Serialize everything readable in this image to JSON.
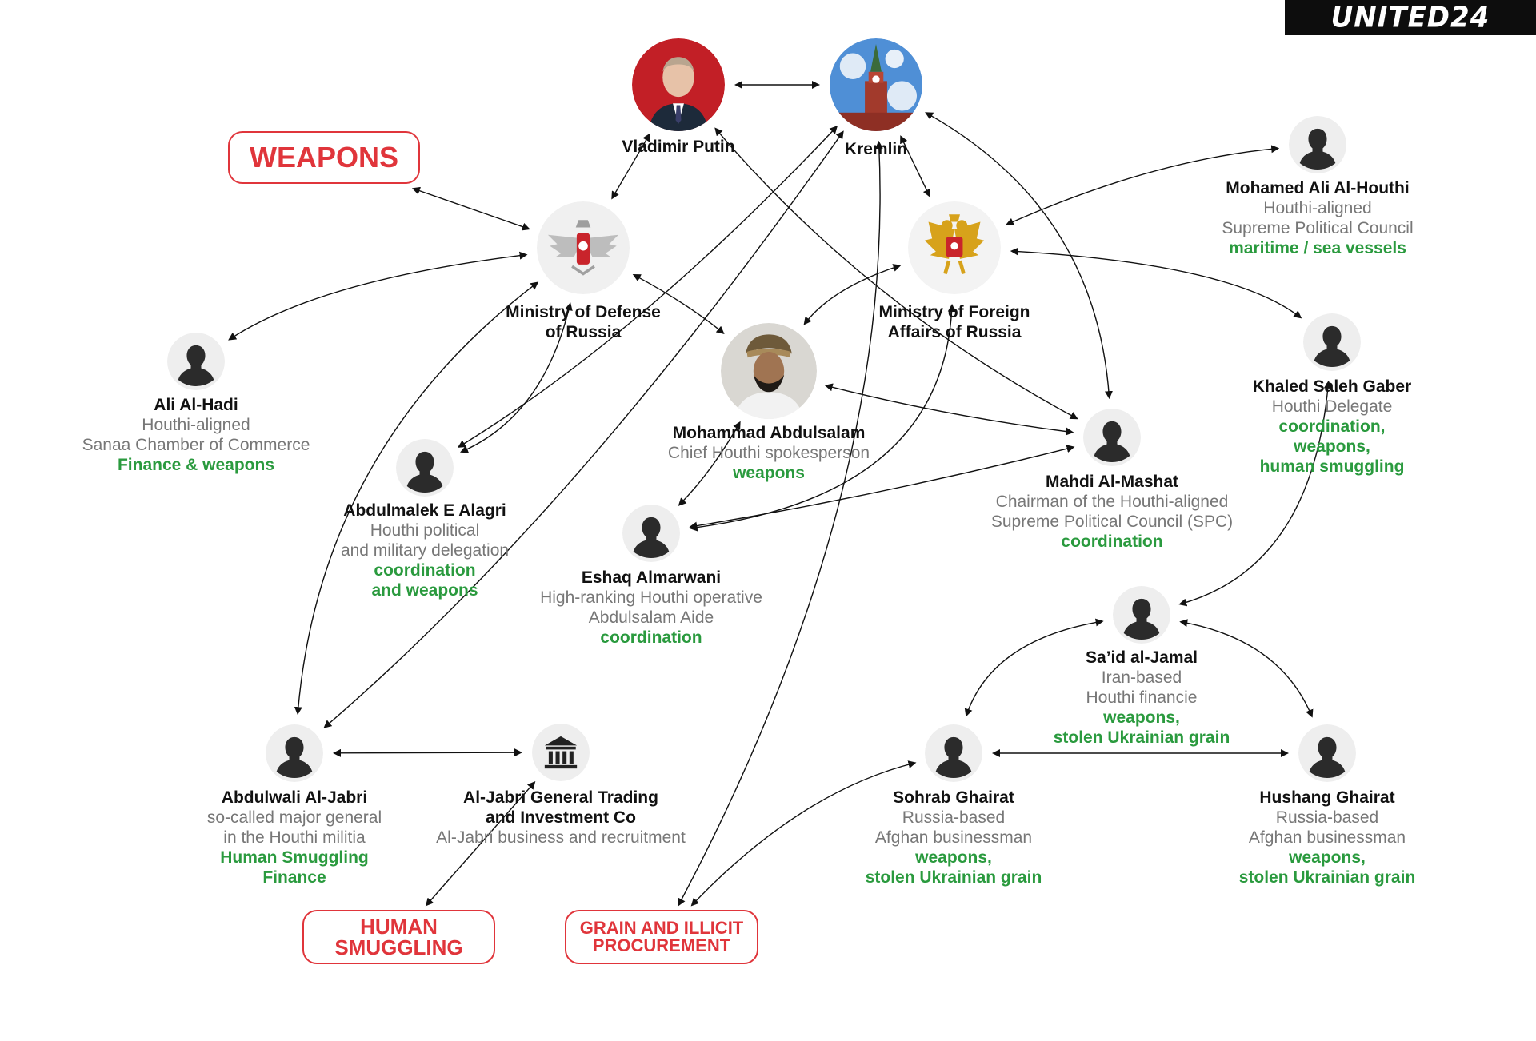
{
  "brand": "UNITED24",
  "categories": {
    "weapons": "WEAPONS",
    "human_smuggling": [
      "HUMAN",
      "SMUGGLING"
    ],
    "grain": [
      "GRAIN AND ILLICIT",
      "PROCUREMENT"
    ]
  },
  "people": {
    "putin": {
      "name": "Vladimir Putin",
      "icon": "portrait-photo-icon"
    },
    "kremlin": {
      "name": "Kremlin",
      "icon": "kremlin-tower-icon"
    },
    "mod": {
      "name": [
        "Ministry of Defense",
        "of Russia"
      ],
      "icon": "defense-emblem-icon"
    },
    "mfa": {
      "name": [
        "Ministry of Foreign",
        "Affairs of Russia"
      ],
      "icon": "russian-eagle-icon"
    },
    "houthi_m": {
      "name": "Mohamed Ali Al-Houthi",
      "role": [
        "Houthi-aligned",
        "Supreme Political Council"
      ],
      "tag": [
        "maritime / sea vessels"
      ]
    },
    "alhadi": {
      "name": "Ali Al-Hadi",
      "role": [
        "Houthi-aligned",
        "Sanaa Chamber of Commerce"
      ],
      "tag": [
        "Finance & weapons"
      ]
    },
    "abdulsalam": {
      "name": "Mohammad  Abdulsalam",
      "role": [
        "Chief Houthi spokesperson"
      ],
      "tag": [
        "weapons"
      ],
      "icon": "portrait-photo-icon"
    },
    "khaled": {
      "name": "Khaled Saleh Gaber",
      "role": [
        "Houthi Delegate"
      ],
      "tag": [
        "coordination,",
        "weapons,",
        "human smuggling"
      ]
    },
    "alagri": {
      "name": "Abdulmalek E Alagri",
      "role": [
        "Houthi political",
        "and military delegation"
      ],
      "tag": [
        "coordination",
        "and weapons"
      ]
    },
    "mashat": {
      "name": "Mahdi Al-Mashat",
      "role": [
        "Chairman of the Houthi-aligned",
        "Supreme Political Council (SPC)"
      ],
      "tag": [
        "coordination"
      ]
    },
    "eshaq": {
      "name": "Eshaq Almarwani",
      "role": [
        "High-ranking Houthi operative",
        "Abdulsalam Aide"
      ],
      "tag": [
        "coordination"
      ]
    },
    "said": {
      "name": "Sa’id al-Jamal",
      "role": [
        "Iran-based",
        "Houthi financie"
      ],
      "tag": [
        "weapons,",
        "stolen Ukrainian grain"
      ]
    },
    "jabri": {
      "name": "Abdulwali Al-Jabri",
      "role": [
        "so-called major general",
        "in the Houthi militia"
      ],
      "tag": [
        "Human Smuggling",
        "Finance"
      ]
    },
    "trading": {
      "name": [
        "Al-Jabri General Trading",
        "and Investment Co"
      ],
      "role": [
        "Al-Jabri business and recruitment"
      ],
      "icon": "bank-building-icon"
    },
    "sohrab": {
      "name": "Sohrab Ghairat",
      "role": [
        "Russia-based",
        "Afghan businessman"
      ],
      "tag": [
        "weapons,",
        "stolen Ukrainian grain"
      ]
    },
    "hushang": {
      "name": "Hushang Ghairat",
      "role": [
        "Russia-based",
        "Afghan businessman"
      ],
      "tag": [
        "weapons,",
        "stolen Ukrainian grain"
      ]
    }
  },
  "colors": {
    "accent_red": "#e0353b",
    "tag_green": "#2a9a3e",
    "role_gray": "#777777",
    "node_bg": "#eeeeee"
  },
  "edges": [
    [
      "putin",
      "kremlin"
    ],
    [
      "weapons",
      "mod"
    ],
    [
      "putin",
      "mod"
    ],
    [
      "kremlin",
      "mfa"
    ],
    [
      "mfa",
      "houthi_m"
    ],
    [
      "mfa",
      "khaled"
    ],
    [
      "mfa",
      "abdulsalam"
    ],
    [
      "mfa",
      "eshaq"
    ],
    [
      "mod",
      "alhadi"
    ],
    [
      "mod",
      "abdulsalam"
    ],
    [
      "mod",
      "alagri"
    ],
    [
      "mod",
      "jabri"
    ],
    [
      "kremlin",
      "alagri"
    ],
    [
      "kremlin",
      "jabri"
    ],
    [
      "kremlin",
      "mashat"
    ],
    [
      "kremlin",
      "grain"
    ],
    [
      "putin",
      "mashat"
    ],
    [
      "abdulsalam",
      "mashat"
    ],
    [
      "abdulsalam",
      "eshaq"
    ],
    [
      "eshaq",
      "mashat"
    ],
    [
      "khaled",
      "said"
    ],
    [
      "said",
      "sohrab"
    ],
    [
      "said",
      "hushang"
    ],
    [
      "sohrab",
      "hushang"
    ],
    [
      "sohrab",
      "grain"
    ],
    [
      "jabri",
      "trading"
    ],
    [
      "trading",
      "human_smuggling"
    ]
  ]
}
